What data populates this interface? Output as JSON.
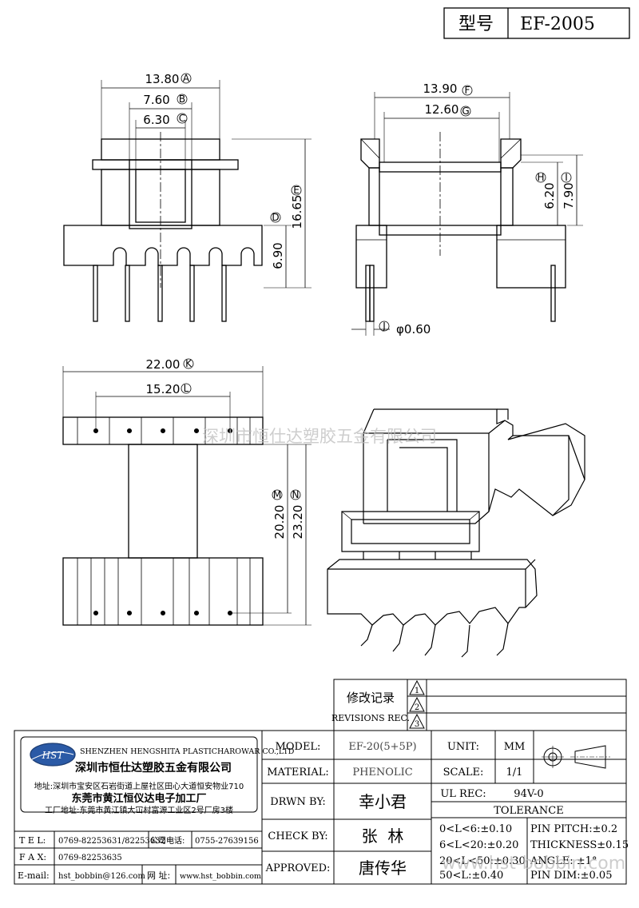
{
  "title_block": {
    "model_label": "型号",
    "model_value": "EF-2005"
  },
  "dims": {
    "A": "13.80",
    "B": "7.60",
    "C": "6.30",
    "D": "6.90",
    "E": "16.65",
    "F": "13.90",
    "G": "12.60",
    "H": "6.20",
    "I": "7.90",
    "J": "φ0.60",
    "K": "22.00",
    "L": "15.20",
    "M": "20.20",
    "N": "23.20"
  },
  "markers": {
    "A": "A",
    "B": "B",
    "C": "C",
    "D": "D",
    "E": "E",
    "F": "F",
    "G": "G",
    "H": "H",
    "I": "I",
    "J": "J",
    "K": "K",
    "L": "L",
    "M": "M",
    "N": "N"
  },
  "watermark": "深圳市恒仕达塑胶五金有限公司",
  "watermark2": "www.hst-bobbin.com",
  "revisions": {
    "title_cn": "修改记录",
    "title_en": "REVISIONS REC.",
    "nums": [
      "1",
      "2",
      "3"
    ]
  },
  "company": {
    "logo": "HST",
    "name_en": "SHENZHEN HENGSHITA PLASTICHAROWAR CO.,LTD",
    "name_cn": "深圳市恒仕达塑胶五金有限公司",
    "address_cn": "地址:深圳市宝安区石岩街道上屋社区田心大道恒安物业710",
    "factory_cn": "东莞市黄江恒仪达电子加工厂",
    "factory_addr": "工厂地址:东莞市黄江镇大冚村富源工业区2号厂房3楼",
    "tel_label": "T E L:",
    "tel": "0769-82253631/82253632",
    "phone_label": "公司电话:",
    "phone": "0755-27639156",
    "fax_label": "F A X:",
    "fax": "0769-82253635",
    "email_label": "E-mail:",
    "email": "hst_bobbin@126.com",
    "web_label": "网 址:",
    "web": "www.hst_bobbin.com"
  },
  "spec": {
    "model_label": "MODEL:",
    "model": "EF-20(5+5P)",
    "material_label": "MATERIAL:",
    "material": "PHENOLIC",
    "drawn_label": "DRWN BY:",
    "drawn": "幸小君",
    "check_label": "CHECK BY:",
    "check": "张  林",
    "approved_label": "APPROVED:",
    "approved": "唐传华",
    "unit_label": "UNIT:",
    "unit": "MM",
    "scale_label": "SCALE:",
    "scale": "1/1",
    "ul_label": "UL REC:",
    "ul": "94V-0",
    "tolerance_label": "TOLERANCE",
    "tol1": "0<L<6:±0.10",
    "tol2": "6<L<20:±0.20",
    "tol3": "20<L<50:±0.30",
    "tol4": "50<L:±0.40",
    "pin_pitch": "PIN PITCH:±0.2",
    "thickness": "THICKNESS±0.15",
    "angle": "ANGLE: ±1°",
    "pin_dim": "PIN DIM:±0.05"
  }
}
